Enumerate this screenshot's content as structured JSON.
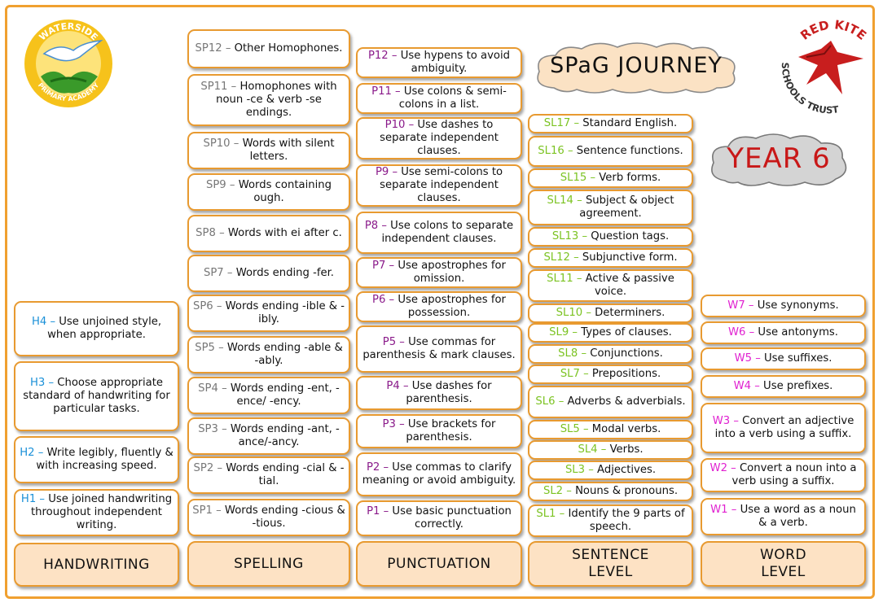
{
  "title": "SPaG JOURNEY",
  "year": "YEAR 6",
  "logos": {
    "left": {
      "top_text": "WATERSIDE",
      "bottom_text": "PRIMARY ACADEMY",
      "icon": "swan-logo-icon"
    },
    "right": {
      "top_text": "RED KITE",
      "bottom_text": "SCHOOLS TRUST",
      "icon": "red-kite-logo-icon"
    }
  },
  "colors": {
    "border": "#e89a30",
    "footer_bg": "#fde2c4",
    "spelling": "#777777",
    "punctuation": "#8a1a8a",
    "sentence": "#7cc322",
    "word": "#e020d0",
    "handwriting": "#1a90d8",
    "year": "#c81818"
  },
  "footers": {
    "handwriting": "HANDWRITING",
    "spelling": "SPELLING",
    "punctuation": "PUNCTUATION",
    "sentence": "SENTENCE LEVEL",
    "word": "WORD LEVEL"
  },
  "handwriting": [
    {
      "code": "H4",
      "text": "Use unjoined style, when appropriate."
    },
    {
      "code": "H3",
      "text": "Choose appropriate standard of handwriting for particular tasks."
    },
    {
      "code": "H2",
      "text": "Write legibly, fluently & with increasing speed."
    },
    {
      "code": "H1",
      "text": "Use joined handwriting throughout independent writing."
    }
  ],
  "spelling": [
    {
      "code": "SP12",
      "text": "Other Homophones."
    },
    {
      "code": "SP11",
      "text": "Homophones with noun -ce & verb -se endings."
    },
    {
      "code": "SP10",
      "text": "Words with silent letters."
    },
    {
      "code": "SP9",
      "text": "Words containing ough."
    },
    {
      "code": "SP8",
      "text": "Words with ei after c."
    },
    {
      "code": "SP7",
      "text": "Words ending -fer."
    },
    {
      "code": "SP6",
      "text": "Words ending -ible & -ibly."
    },
    {
      "code": "SP5",
      "text": "Words ending -able & -ably."
    },
    {
      "code": "SP4",
      "text": "Words ending -ent, -ence/ -ency."
    },
    {
      "code": "SP3",
      "text": "Words ending -ant, -ance/-ancy."
    },
    {
      "code": "SP2",
      "text": "Words ending -cial & -tial."
    },
    {
      "code": "SP1",
      "text": "Words ending -cious & -tious."
    }
  ],
  "punctuation": [
    {
      "code": "P12",
      "text": "Use hypens to avoid ambiguity."
    },
    {
      "code": "P11",
      "text": "Use colons & semi-colons in a list."
    },
    {
      "code": "P10",
      "text": "Use dashes to separate independent clauses."
    },
    {
      "code": "P9",
      "text": "Use semi-colons to separate independent clauses."
    },
    {
      "code": "P8",
      "text": "Use colons to separate independent clauses."
    },
    {
      "code": "P7",
      "text": "Use apostrophes for omission."
    },
    {
      "code": "P6",
      "text": "Use apostrophes for possession."
    },
    {
      "code": "P5",
      "text": "Use commas for parenthesis & mark clauses."
    },
    {
      "code": "P4",
      "text": "Use dashes for parenthesis."
    },
    {
      "code": "P3",
      "text": "Use brackets for parenthesis."
    },
    {
      "code": "P2",
      "text": "Use commas to clarify meaning or avoid ambiguity."
    },
    {
      "code": "P1",
      "text": "Use basic punctuation correctly."
    }
  ],
  "sentence": [
    {
      "code": "SL17",
      "text": "Standard English."
    },
    {
      "code": "SL16",
      "text": "Sentence functions."
    },
    {
      "code": "SL15",
      "text": "Verb forms."
    },
    {
      "code": "SL14",
      "text": "Subject & object agreement."
    },
    {
      "code": "SL13",
      "text": "Question tags."
    },
    {
      "code": "SL12",
      "text": "Subjunctive form."
    },
    {
      "code": "SL11",
      "text": "Active & passive voice."
    },
    {
      "code": "SL10",
      "text": "Determiners."
    },
    {
      "code": "SL9",
      "text": "Types of clauses."
    },
    {
      "code": "SL8",
      "text": "Conjunctions."
    },
    {
      "code": "SL7",
      "text": "Prepositions."
    },
    {
      "code": "SL6",
      "text": "Adverbs & adverbials."
    },
    {
      "code": "SL5",
      "text": "Modal verbs."
    },
    {
      "code": "SL4",
      "text": "Verbs."
    },
    {
      "code": "SL3",
      "text": "Adjectives."
    },
    {
      "code": "SL2",
      "text": "Nouns & pronouns."
    },
    {
      "code": "SL1",
      "text": "Identify the 9 parts of speech."
    }
  ],
  "word": [
    {
      "code": "W7",
      "text": "Use synonyms."
    },
    {
      "code": "W6",
      "text": "Use antonyms."
    },
    {
      "code": "W5",
      "text": "Use suffixes."
    },
    {
      "code": "W4",
      "text": "Use prefixes."
    },
    {
      "code": "W3",
      "text": "Convert an adjective into a verb using a suffix."
    },
    {
      "code": "W2",
      "text": "Convert a noun into a verb using a suffix."
    },
    {
      "code": "W1",
      "text": "Use a word as a noun & a verb."
    }
  ]
}
